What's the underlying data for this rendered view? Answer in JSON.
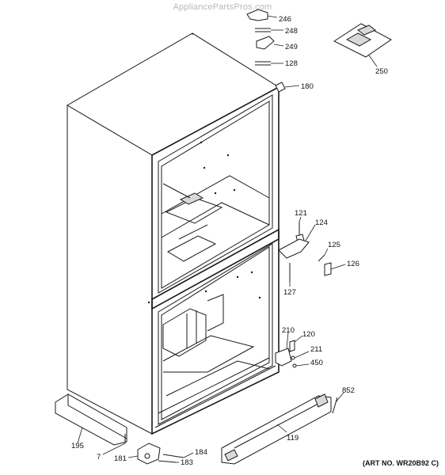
{
  "watermark": "AppliancePartsPros.com",
  "art_number": "(ART NO. WR20B92 C)",
  "callouts": [
    "246",
    "248",
    "249",
    "128",
    "250",
    "180",
    "121",
    "124",
    "125",
    "126",
    "127",
    "210",
    "120",
    "211",
    "450",
    "852",
    "119",
    "195",
    "7",
    "181",
    "184",
    "183"
  ]
}
